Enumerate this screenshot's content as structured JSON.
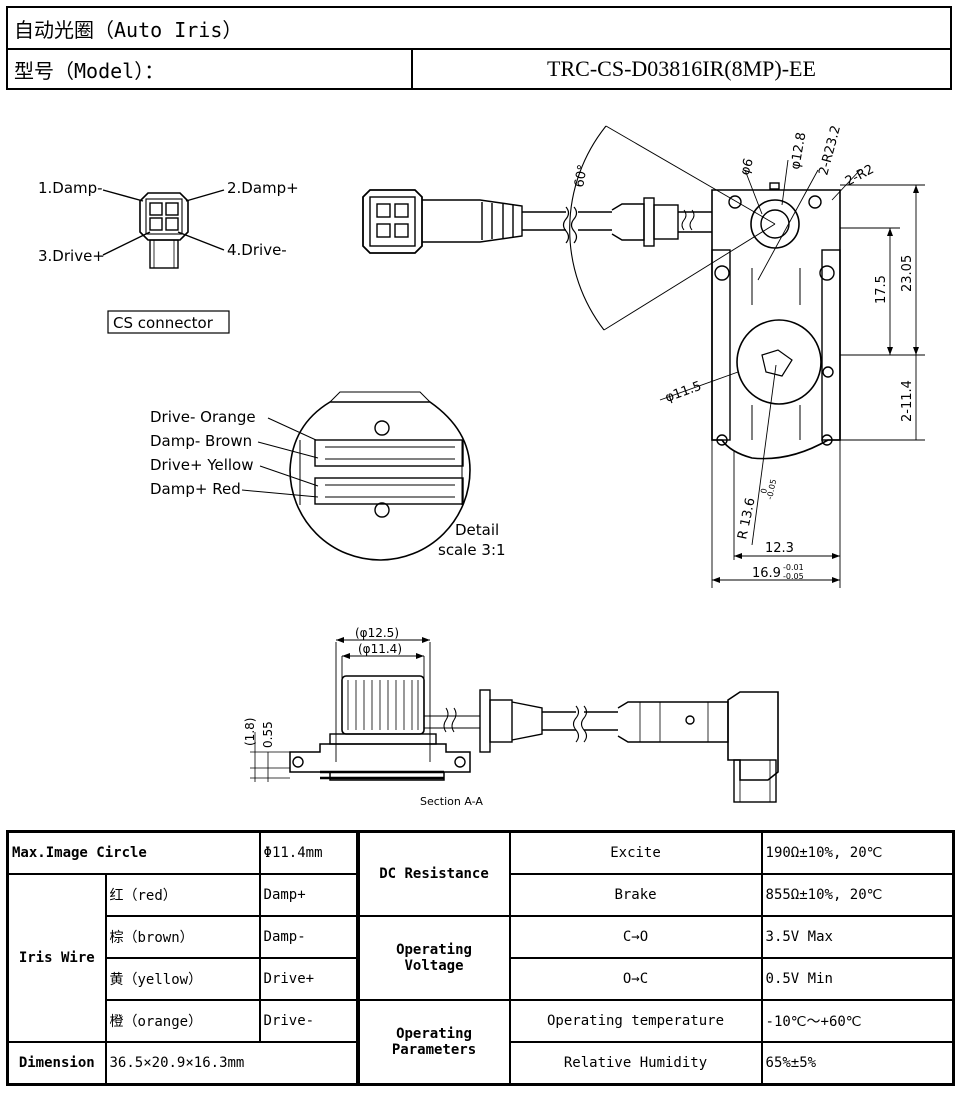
{
  "header": {
    "title": "自动光圈（Auto Iris）",
    "model_label": "型号（Model）：",
    "model_value": "TRC-CS-D03816IR(8MP)-EE"
  },
  "drawing": {
    "connector_pins": {
      "pin1": "1.Damp-",
      "pin2": "2.Damp+",
      "pin3": "3.Drive+",
      "pin4": "4.Drive-"
    },
    "connector_caption": "CS connector",
    "wires": {
      "w1": "Drive- Orange",
      "w2": "Damp- Brown",
      "w3": "Drive+ Yellow",
      "w4": "Damp+ Red"
    },
    "detail_line1": "Detail",
    "detail_line2": "scale 3:1",
    "dims": {
      "angle": "60°",
      "d6": "φ6",
      "d12_8": "φ12.8",
      "r23_2": "2-R23.2",
      "r2": "2-R2",
      "h23_05": "23.05",
      "h17_5": "17.5",
      "d11_5": "φ11.5",
      "h11_4": "2-11.4",
      "r13_6": "R 13.6",
      "r13_6_tol_upper": "0",
      "r13_6_tol_lower": "-0.05",
      "w12_3": "12.3",
      "w16_9": "16.9",
      "w16_9_tol_upper": "-0.01",
      "w16_9_tol_lower": "-0.05",
      "s12_5": "(φ12.5)",
      "s11_4": "(φ11.4)",
      "s1_8": "(1.8)",
      "s0_55": "0.55"
    },
    "section_label": "Section A-A"
  },
  "specs": {
    "max_image_circle_label": "Max.Image Circle",
    "max_image_circle_value": "Φ11.4mm",
    "iris_wire_label": "Iris Wire",
    "wires": [
      {
        "color": "红（red）",
        "signal": "Damp+"
      },
      {
        "color": "棕（brown）",
        "signal": "Damp-"
      },
      {
        "color": "黄（yellow）",
        "signal": "Drive+"
      },
      {
        "color": "橙（orange）",
        "signal": "Drive-"
      }
    ],
    "dimension_label": "Dimension",
    "dimension_value": "36.5×20.9×16.3mm",
    "dc_resistance_label": "DC Resistance",
    "excite_label": "Excite",
    "excite_value": "190Ω±10%, 20℃",
    "brake_label": "Brake",
    "brake_value": "855Ω±10%, 20℃",
    "operating_voltage_label_1": "Operating",
    "operating_voltage_label_2": "Voltage",
    "c_to_o_label": "C→O",
    "c_to_o_value": "3.5V Max",
    "o_to_c_label": "O→C",
    "o_to_c_value": "0.5V Min",
    "operating_parameters_label_1": "Operating",
    "operating_parameters_label_2": "Parameters",
    "op_temp_label": "Operating temperature",
    "op_temp_value": "-10℃～+60℃",
    "humidity_label": "Relative Humidity",
    "humidity_value": "65%±5%"
  }
}
